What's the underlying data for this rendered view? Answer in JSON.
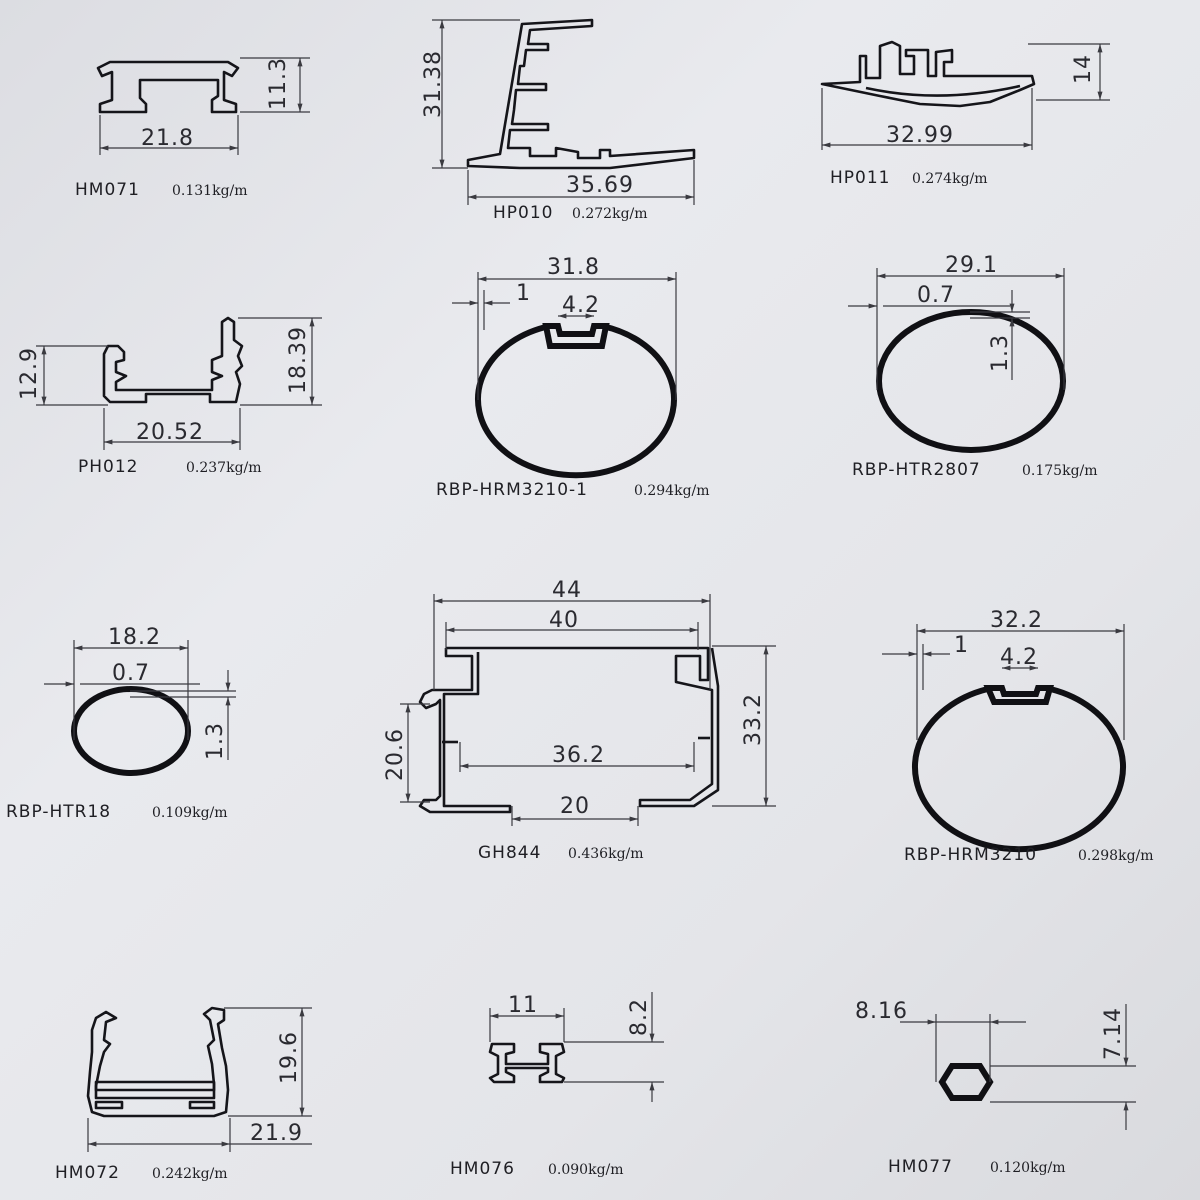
{
  "profiles": [
    {
      "code": "HM071",
      "weight": "0.131kg/m",
      "dims": [
        "21.8",
        "11.3"
      ]
    },
    {
      "code": "HP010",
      "weight": "0.272kg/m",
      "dims": [
        "31.38",
        "35.69"
      ]
    },
    {
      "code": "HP011",
      "weight": "0.274kg/m",
      "dims": [
        "14",
        "32.99"
      ]
    },
    {
      "code": "PH012",
      "weight": "0.237kg/m",
      "dims": [
        "12.9",
        "18.39",
        "20.52"
      ]
    },
    {
      "code": "RBP-HRM3210-1",
      "weight": "0.294kg/m",
      "dims": [
        "31.8",
        "1",
        "4.2"
      ]
    },
    {
      "code": "RBP-HTR2807",
      "weight": "0.175kg/m",
      "dims": [
        "29.1",
        "0.7",
        "1.3"
      ]
    },
    {
      "code": "RBP-HTR18",
      "weight": "0.109kg/m",
      "dims": [
        "18.2",
        "0.7",
        "1.3"
      ]
    },
    {
      "code": "GH844",
      "weight": "0.436kg/m",
      "dims": [
        "44",
        "40",
        "33.2",
        "20.6",
        "36.2",
        "20"
      ]
    },
    {
      "code": "RBP-HRM3210",
      "weight": "0.298kg/m",
      "dims": [
        "32.2",
        "1",
        "4.2"
      ]
    },
    {
      "code": "HM072",
      "weight": "0.242kg/m",
      "dims": [
        "19.6",
        "21.9"
      ]
    },
    {
      "code": "HM076",
      "weight": "0.090kg/m",
      "dims": [
        "11",
        "8.2"
      ]
    },
    {
      "code": "HM077",
      "weight": "0.120kg/m",
      "dims": [
        "8.16",
        "7.14"
      ]
    }
  ]
}
